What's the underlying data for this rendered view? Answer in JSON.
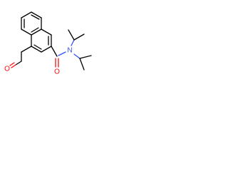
{
  "molecule": {
    "atoms": {
      "nitrogen": "N",
      "aldehyde_oxygen": "O",
      "amide_oxygen": "O"
    },
    "colors": {
      "bond": "#000000",
      "oxygen": "#ff0d0d",
      "nitrogen": "#3050f8",
      "background": "#ffffff"
    }
  }
}
